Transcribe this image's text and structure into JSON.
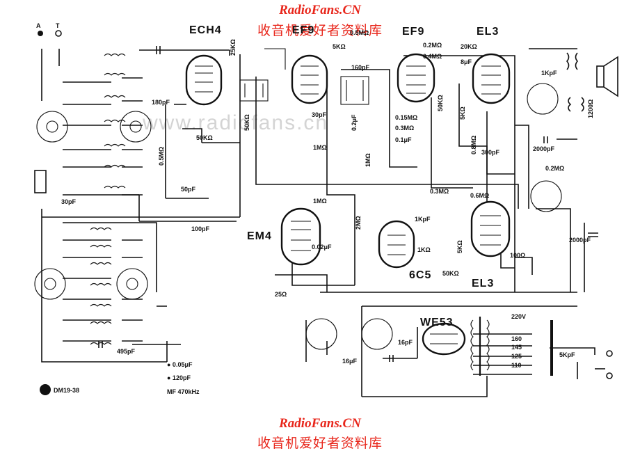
{
  "watermark": {
    "site": "RadioFans.CN",
    "cn": "收音机爱好者资料库",
    "ghost": "www.radiofans.cn"
  },
  "tubes": {
    "ech4": "ECH4",
    "ef9a": "EF9",
    "ef9b": "EF9",
    "el3a": "EL3",
    "el3b": "EL3",
    "em4": "EM4",
    "c65": "6C5",
    "we53": "WE53"
  },
  "antenna": {
    "a": "A",
    "t": "T"
  },
  "components": {
    "c180": "180pF",
    "r25k": "25KΩ",
    "r50k_a": "50KΩ",
    "r05m_a": "0.5MΩ",
    "c50p": "50pF",
    "c30p_a": "30pF",
    "c100p": "100pF",
    "r5k_top": "5KΩ",
    "r_05m_b": "0.5MΩ",
    "c160": "160pF",
    "c30p_b": "30pF",
    "r50k_b": "50KΩ",
    "r1m_a": "1MΩ",
    "c02_a": "0.2μF",
    "r1m_b": "1MΩ",
    "r02m_a": "0.2MΩ",
    "r04m": "0.4MΩ",
    "c015": "0.15MΩ",
    "r03m_a": "0.3MΩ",
    "c01": "0.1μF",
    "c8": "8μF",
    "r50k_c": "50KΩ",
    "r20k": "20KΩ",
    "r5k_b": "5KΩ",
    "r08m": "0.8MΩ",
    "c300": "300pF",
    "c2000_a": "2000pF",
    "r02m_b": "0.2MΩ",
    "c1k": "1KpF",
    "r1200": "1200Ω",
    "r1m_em": "1MΩ",
    "r2m": "2MΩ",
    "c002": "0.02μF",
    "r25": "25Ω",
    "r03m_b": "0.3MΩ",
    "r06m": "0.6MΩ",
    "r1k": "1KΩ",
    "c1kp": "1KpF",
    "r50k_d": "50KΩ",
    "r5k_c": "5KΩ",
    "r100": "100Ω",
    "c2000_b": "2000pF",
    "c495": "495pF",
    "c16p": "16pF",
    "c16m": "16μF",
    "c5kp": "5KpF"
  },
  "mains": {
    "v220": "220V",
    "v160": "160",
    "v145": "145",
    "v125": "125",
    "v110": "110"
  },
  "legend": {
    "l1": "● 0.05μF",
    "l2": "● 120pF",
    "l3": "MF 470kHz"
  },
  "code": "DM19-38"
}
